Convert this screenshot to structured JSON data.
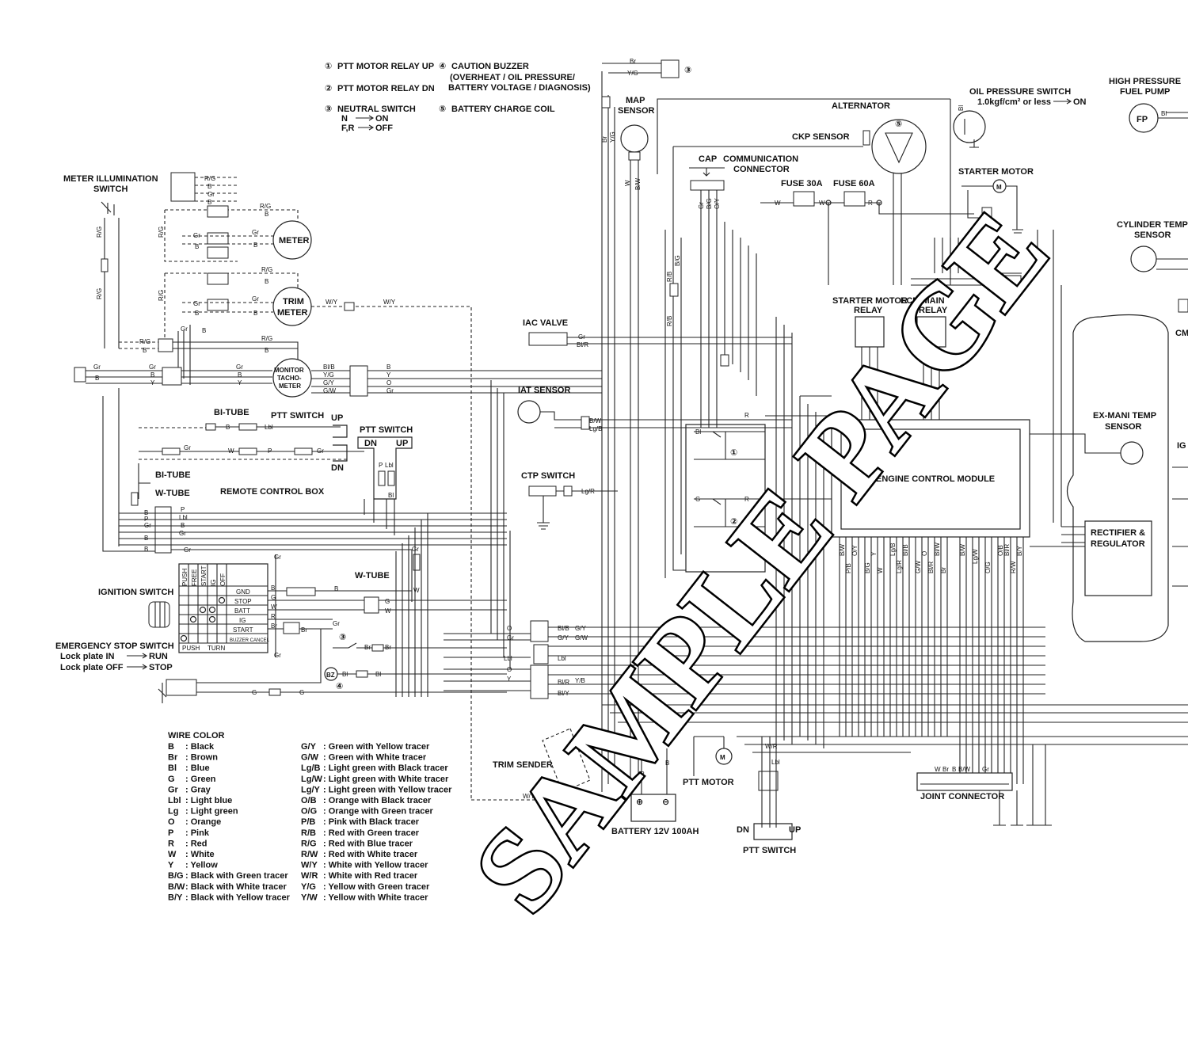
{
  "notes": [
    {
      "num": "①",
      "text": "PTT MOTOR RELAY UP"
    },
    {
      "num": "②",
      "text": "PTT MOTOR RELAY DN"
    },
    {
      "num": "③",
      "text": "NEUTRAL SWITCH"
    },
    {
      "num": "④",
      "text": "CAUTION BUZZER"
    },
    {
      "num": "",
      "text": "(OVERHEAT / OIL PRESSURE/"
    },
    {
      "num": "",
      "text": "BATTERY VOLTAGE / DIAGNOSIS)"
    },
    {
      "num": "⑤",
      "text": "BATTERY CHARGE COIL"
    }
  ],
  "neutral": {
    "n_label": "N",
    "n_state": "ON",
    "fr_label": "F,R",
    "fr_state": "OFF"
  },
  "components": {
    "meter_illum_1": "METER ILLUMINATION",
    "meter_illum_2": "SWITCH",
    "meter": "METER",
    "trim_meter_1": "TRIM",
    "trim_meter_2": "METER",
    "monitor_1": "MONITOR",
    "monitor_2": "TACHO-",
    "monitor_3": "METER",
    "bi_tube_1": "BI-TUBE",
    "bi_tube_2": "BI-TUBE",
    "w_tube_1": "W-TUBE",
    "w_tube_2": "W-TUBE",
    "ptt_switch_1": "PTT SWITCH",
    "ptt_switch_2": "PTT SWITCH",
    "ptt_switch_3": "PTT SWITCH",
    "up": "UP",
    "dn": "DN",
    "remote_box": "REMOTE CONTROL BOX",
    "ignition": "IGNITION SWITCH",
    "estop": "EMERGENCY STOP SWITCH",
    "lock_in": "Lock plate IN",
    "run": "RUN",
    "lock_off": "Lock plate OFF",
    "stop": "STOP",
    "map_1": "MAP",
    "map_2": "SENSOR",
    "iac": "IAC VALVE",
    "iat": "IAT SENSOR",
    "ctp": "CTP SWITCH",
    "trim_sender": "TRIM SENDER",
    "battery": "BATTERY 12V 100AH",
    "ptt_motor": "PTT MOTOR",
    "cap": "CAP",
    "comm_1": "COMMUNICATION",
    "comm_2": "CONNECTOR",
    "ckp": "CKP SENSOR",
    "alternator": "ALTERNATOR",
    "fuse30": "FUSE 30A",
    "fuse60": "FUSE 60A",
    "oil_press": "OIL PRESSURE SWITCH",
    "oil_cond": "1.0kgf/cm² or less",
    "on": "ON",
    "starter": "STARTER MOTOR",
    "hp_1": "HIGH PRESSURE",
    "hp_2": "FUEL PUMP",
    "fp": "FP",
    "cyl_1": "CYLINDER TEMP",
    "cyl_2": "SENSOR",
    "sm_relay_1": "STARTER MOTOR",
    "sm_relay_2": "RELAY",
    "ecm_relay_1": "ECM MAIN",
    "ecm_relay_2": "RELAY",
    "ecm": "ENGINE CONTROL MODULE",
    "exmani_1": "EX-MANI TEMP",
    "exmani_2": "SENSOR",
    "rect_1": "RECTIFIER &",
    "rect_2": "REGULATOR",
    "joint": "JOINT CONNECTOR",
    "bz": "BZ",
    "cm": "CM",
    "ig": "IG"
  },
  "ignition_table": {
    "headers": [
      "PUSH",
      "FREE",
      "START",
      "IG",
      "OFF"
    ],
    "rows": [
      "GND",
      "STOP",
      "BATT",
      "IG",
      "START",
      "BUZZER CANCEL"
    ],
    "footer": [
      "PUSH",
      "TURN"
    ]
  },
  "wire_color_title": "WIRE COLOR",
  "wire_colors_left": [
    [
      "B",
      ": Black"
    ],
    [
      "Br",
      ": Brown"
    ],
    [
      "Bl",
      ": Blue"
    ],
    [
      "G",
      ": Green"
    ],
    [
      "Gr",
      ": Gray"
    ],
    [
      "Lbl",
      ": Light blue"
    ],
    [
      "Lg",
      ": Light green"
    ],
    [
      "O",
      ": Orange"
    ],
    [
      "P",
      ": Pink"
    ],
    [
      "R",
      ": Red"
    ],
    [
      "W",
      ": White"
    ],
    [
      "Y",
      ": Yellow"
    ],
    [
      "B/G",
      ": Black with Green tracer"
    ],
    [
      "B/W",
      ": Black with White tracer"
    ],
    [
      "B/Y",
      ": Black with Yellow tracer"
    ]
  ],
  "wire_colors_right": [
    [
      "G/Y",
      ": Green with Yellow tracer"
    ],
    [
      "G/W",
      ": Green with White tracer"
    ],
    [
      "Lg/B",
      ": Light green with Black tracer"
    ],
    [
      "Lg/W",
      ": Light green with White tracer"
    ],
    [
      "Lg/Y",
      ": Light green with Yellow tracer"
    ],
    [
      "O/B",
      ": Orange with Black tracer"
    ],
    [
      "O/G",
      ": Orange with Green tracer"
    ],
    [
      "P/B",
      ": Pink with Black tracer"
    ],
    [
      "R/B",
      ": Red with Green tracer"
    ],
    [
      "R/G",
      ": Red with Blue tracer"
    ],
    [
      "R/W",
      ": Red with White tracer"
    ],
    [
      "W/Y",
      ": White with Yellow tracer"
    ],
    [
      "W/R",
      ": White with Red tracer"
    ],
    [
      "Y/G",
      ": Yellow with Green tracer"
    ],
    [
      "Y/W",
      ": Yellow with White tracer"
    ]
  ],
  "wire_tags": {
    "rg": "R/G",
    "b": "B",
    "gr": "Gr",
    "y": "Y",
    "bl": "Bl",
    "br": "Br",
    "w": "W",
    "r": "R",
    "p": "P",
    "o": "O",
    "lbl": "Lbl",
    "g": "G",
    "wy": "W/Y",
    "gy": "G/Y",
    "gw": "G/W",
    "bib": "Bl/B",
    "yg": "Y/G",
    "bw": "B/W",
    "lgb": "Lg/B",
    "lgr": "Lg/R",
    "bg": "B/G",
    "rb": "R/B",
    "pb": "P/B",
    "bir": "Bl/R",
    "yb": "Y/B",
    "bly": "Bl/Y",
    "wr": "W/R",
    "og": "O/G",
    "rw": "R/W",
    "bir2": "Bl/R",
    "lgw": "Lg/W",
    "blw": "Bl/W",
    "ob": "O/B",
    "by": "B/Y",
    "oy": "O/Y"
  },
  "watermark": "SAMPLE PAGE"
}
